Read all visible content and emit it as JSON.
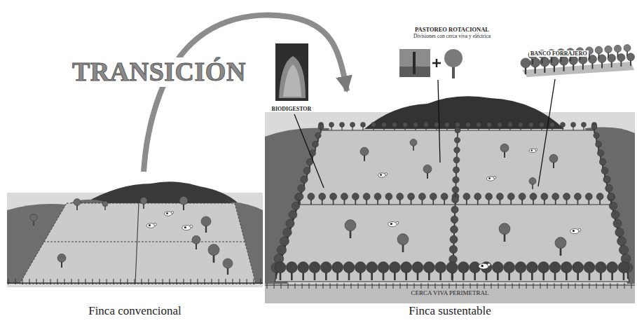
{
  "diagram": {
    "nodes": [
      {
        "text": [
          "Finca convencional"
        ]
      },
      {
        "text": [
          "Finca sustentable"
        ]
      },
      {
        "text": [
          "BIODIGESTOR"
        ]
      },
      {
        "text": [
          "PASTOREO ROTACIONAL",
          "Divisiones con cerca viva y eléctrica"
        ]
      },
      {
        "text": [
          "BANCO FORRAJERO"
        ]
      }
    ],
    "edges": [
      {
        "from": 0,
        "to": 1,
        "arrow": "to",
        "label": "TRANSICIÓN"
      }
    ],
    "labels": [
      "CERCA VIVA PERIMETRAL"
    ]
  }
}
